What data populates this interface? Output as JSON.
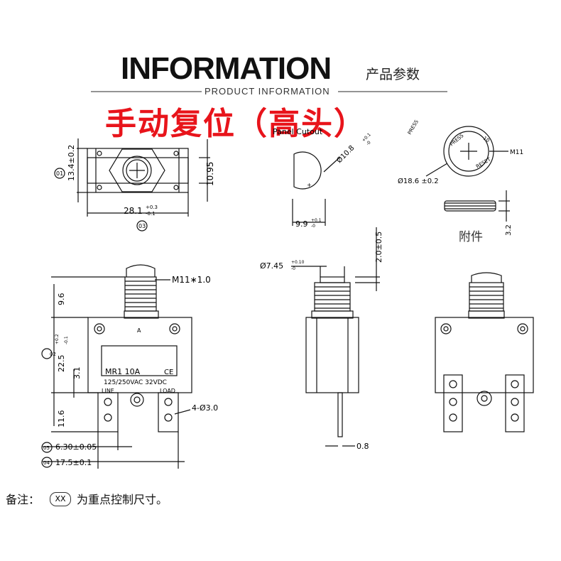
{
  "header": {
    "title": "INFORMATION",
    "title_cn": "产品参数",
    "subtitle": "PRODUCT INFORMATION",
    "red_title": "手动复位（高头）"
  },
  "top_view": {
    "width": "28.1",
    "width_tol_upper": "+0.3",
    "width_tol_lower": "-0.1",
    "height": "13.4±0.2",
    "inner_height": "10.95",
    "mark_height": "01",
    "mark_width": "03"
  },
  "panel_cutout": {
    "label": "Panel Cutout",
    "diameter": "Ø10.8",
    "diameter_tol_upper": "+0.1",
    "diameter_tol_lower": "-0",
    "flat": "9.9",
    "flat_tol_upper": "+0.1",
    "flat_tol_lower": "-0"
  },
  "nut": {
    "diameter": "Ø18.6 ±0.2",
    "thread": "M11",
    "press_text": "PRESS",
    "ten_text": "10",
    "reset_text": "RESET",
    "partial_label": "PRESS",
    "thickness": "3.2",
    "accessory_label": "附件"
  },
  "front_view": {
    "thread": "M11∗1.0",
    "top_height": "9.6",
    "body_height": "22.5",
    "body_tol_upper": "+0.2",
    "body_tol_lower": "-0.1",
    "body_mark": "02",
    "terminal_offset": "3.1",
    "terminal_length": "11.6",
    "model": "MR1  10A",
    "rating": "125/250VAC  32VDC",
    "ce": "CE",
    "line_label": "LINE",
    "load_label": "LOAD",
    "hole_label": "4-Ø3.0",
    "terminal_width": "6.30±0.05",
    "terminal_width_mark": "05",
    "terminal_pitch": "17.5±0.1",
    "terminal_pitch_mark": "04"
  },
  "side_view": {
    "button_diameter": "Ø7.45",
    "button_tol_upper": "+0.10",
    "button_tol_lower": "-0",
    "button_height": "2.0±0.5",
    "terminal_thickness": "0.8"
  },
  "footer": {
    "note_prefix": "备注：",
    "note_code": "XX",
    "note_text": "为重点控制尺寸。"
  }
}
